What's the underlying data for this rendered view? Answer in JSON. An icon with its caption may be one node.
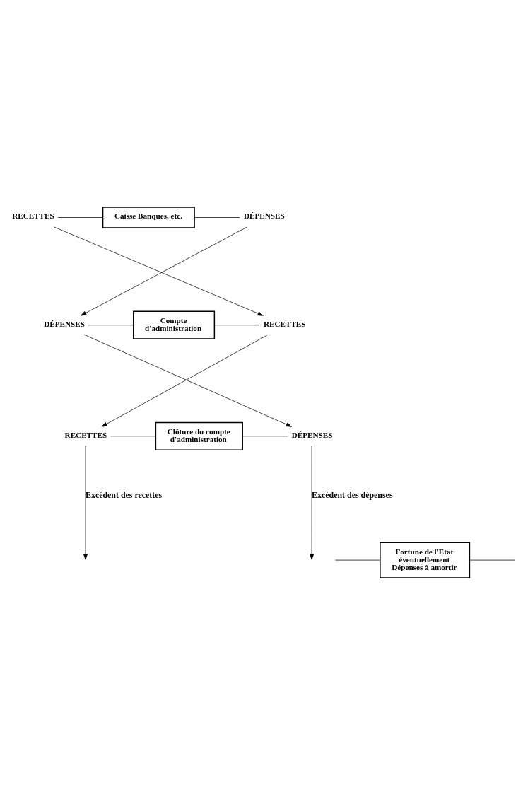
{
  "diagram": {
    "nodes": [
      {
        "text": [
          "RECETTES"
        ]
      },
      {
        "text": [
          "Caisse Banques, etc."
        ]
      },
      {
        "text": [
          "DÉPENSES"
        ]
      },
      {
        "text": [
          "DÉPENSES"
        ]
      },
      {
        "text": [
          "Compte d'administration"
        ]
      },
      {
        "text": [
          "RECETTES"
        ]
      },
      {
        "text": [
          "RECETTES"
        ]
      },
      {
        "text": [
          "Clôture du compte d'administration"
        ]
      },
      {
        "text": [
          "DÉPENSES"
        ]
      },
      {
        "text": [
          "Fortune de l'Etat éventuellement Dépenses à amortir"
        ]
      }
    ],
    "edges": [
      {
        "from": 0,
        "to": 1,
        "arrow": "none"
      },
      {
        "from": 1,
        "to": 2,
        "arrow": "none"
      },
      {
        "from": 3,
        "to": 4,
        "arrow": "none"
      },
      {
        "from": 4,
        "to": 5,
        "arrow": "none"
      },
      {
        "from": 6,
        "to": 7,
        "arrow": "none"
      },
      {
        "from": 7,
        "to": 8,
        "arrow": "none"
      },
      {
        "from": null,
        "to": 9,
        "arrow": "none"
      },
      {
        "from": 9,
        "to": null,
        "arrow": "none"
      },
      {
        "from": 0,
        "to": 5,
        "arrow": "to"
      },
      {
        "from": 2,
        "to": 3,
        "arrow": "to"
      },
      {
        "from": 3,
        "to": 8,
        "arrow": "to"
      },
      {
        "from": 5,
        "to": 6,
        "arrow": "to"
      },
      {
        "from": 6,
        "to": null,
        "arrow": "to",
        "label": "Excédent des recettes"
      },
      {
        "from": 8,
        "to": null,
        "arrow": "to",
        "label": "Excédent des dépenses"
      }
    ]
  }
}
